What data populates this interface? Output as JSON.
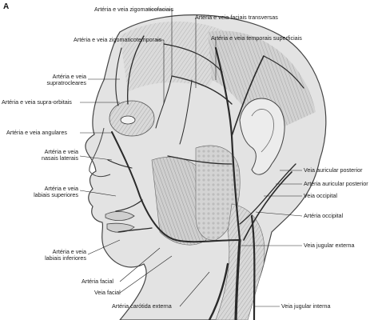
{
  "panel_letter": "A",
  "labels": {
    "zigomaticofaciais": "Artéria e veia zigomaticofaciais",
    "zigomaticotemporais": "Artéria e veia zigomaticotemporais",
    "faciais_transversas": "Artéria e veia faciais transversas",
    "temporais_superficiais": "Artéria e veia temporais superficiais",
    "supratrocleares_1": "Artéria e veia",
    "supratrocleares_2": "supratrocleares",
    "supra_orbitais": "Artéria e veia supra-orbitais",
    "angulares": "Artéria e veia angulares",
    "nasais_1": "Artéria e veia",
    "nasais_2": "nasais laterais",
    "labiais_sup_1": "Artéria e veia",
    "labiais_sup_2": "labiais superiores",
    "labiais_inf_1": "Artéria e veia",
    "labiais_inf_2": "labiais inferiores",
    "arteria_facial": "Artéria facial",
    "veia_facial": "Veia facial",
    "carotida_externa": "Artéria carótida externa",
    "veia_auricular_posterior": "Veia auricular posterior",
    "arteria_auricular_posterior": "Artéria auricular posterior",
    "veia_occipital": "Veia occipital",
    "arteria_occipital": "Artéria occipital",
    "jugular_externa": "Veia jugular externa",
    "jugular_interna": "Veia jugular interna"
  }
}
